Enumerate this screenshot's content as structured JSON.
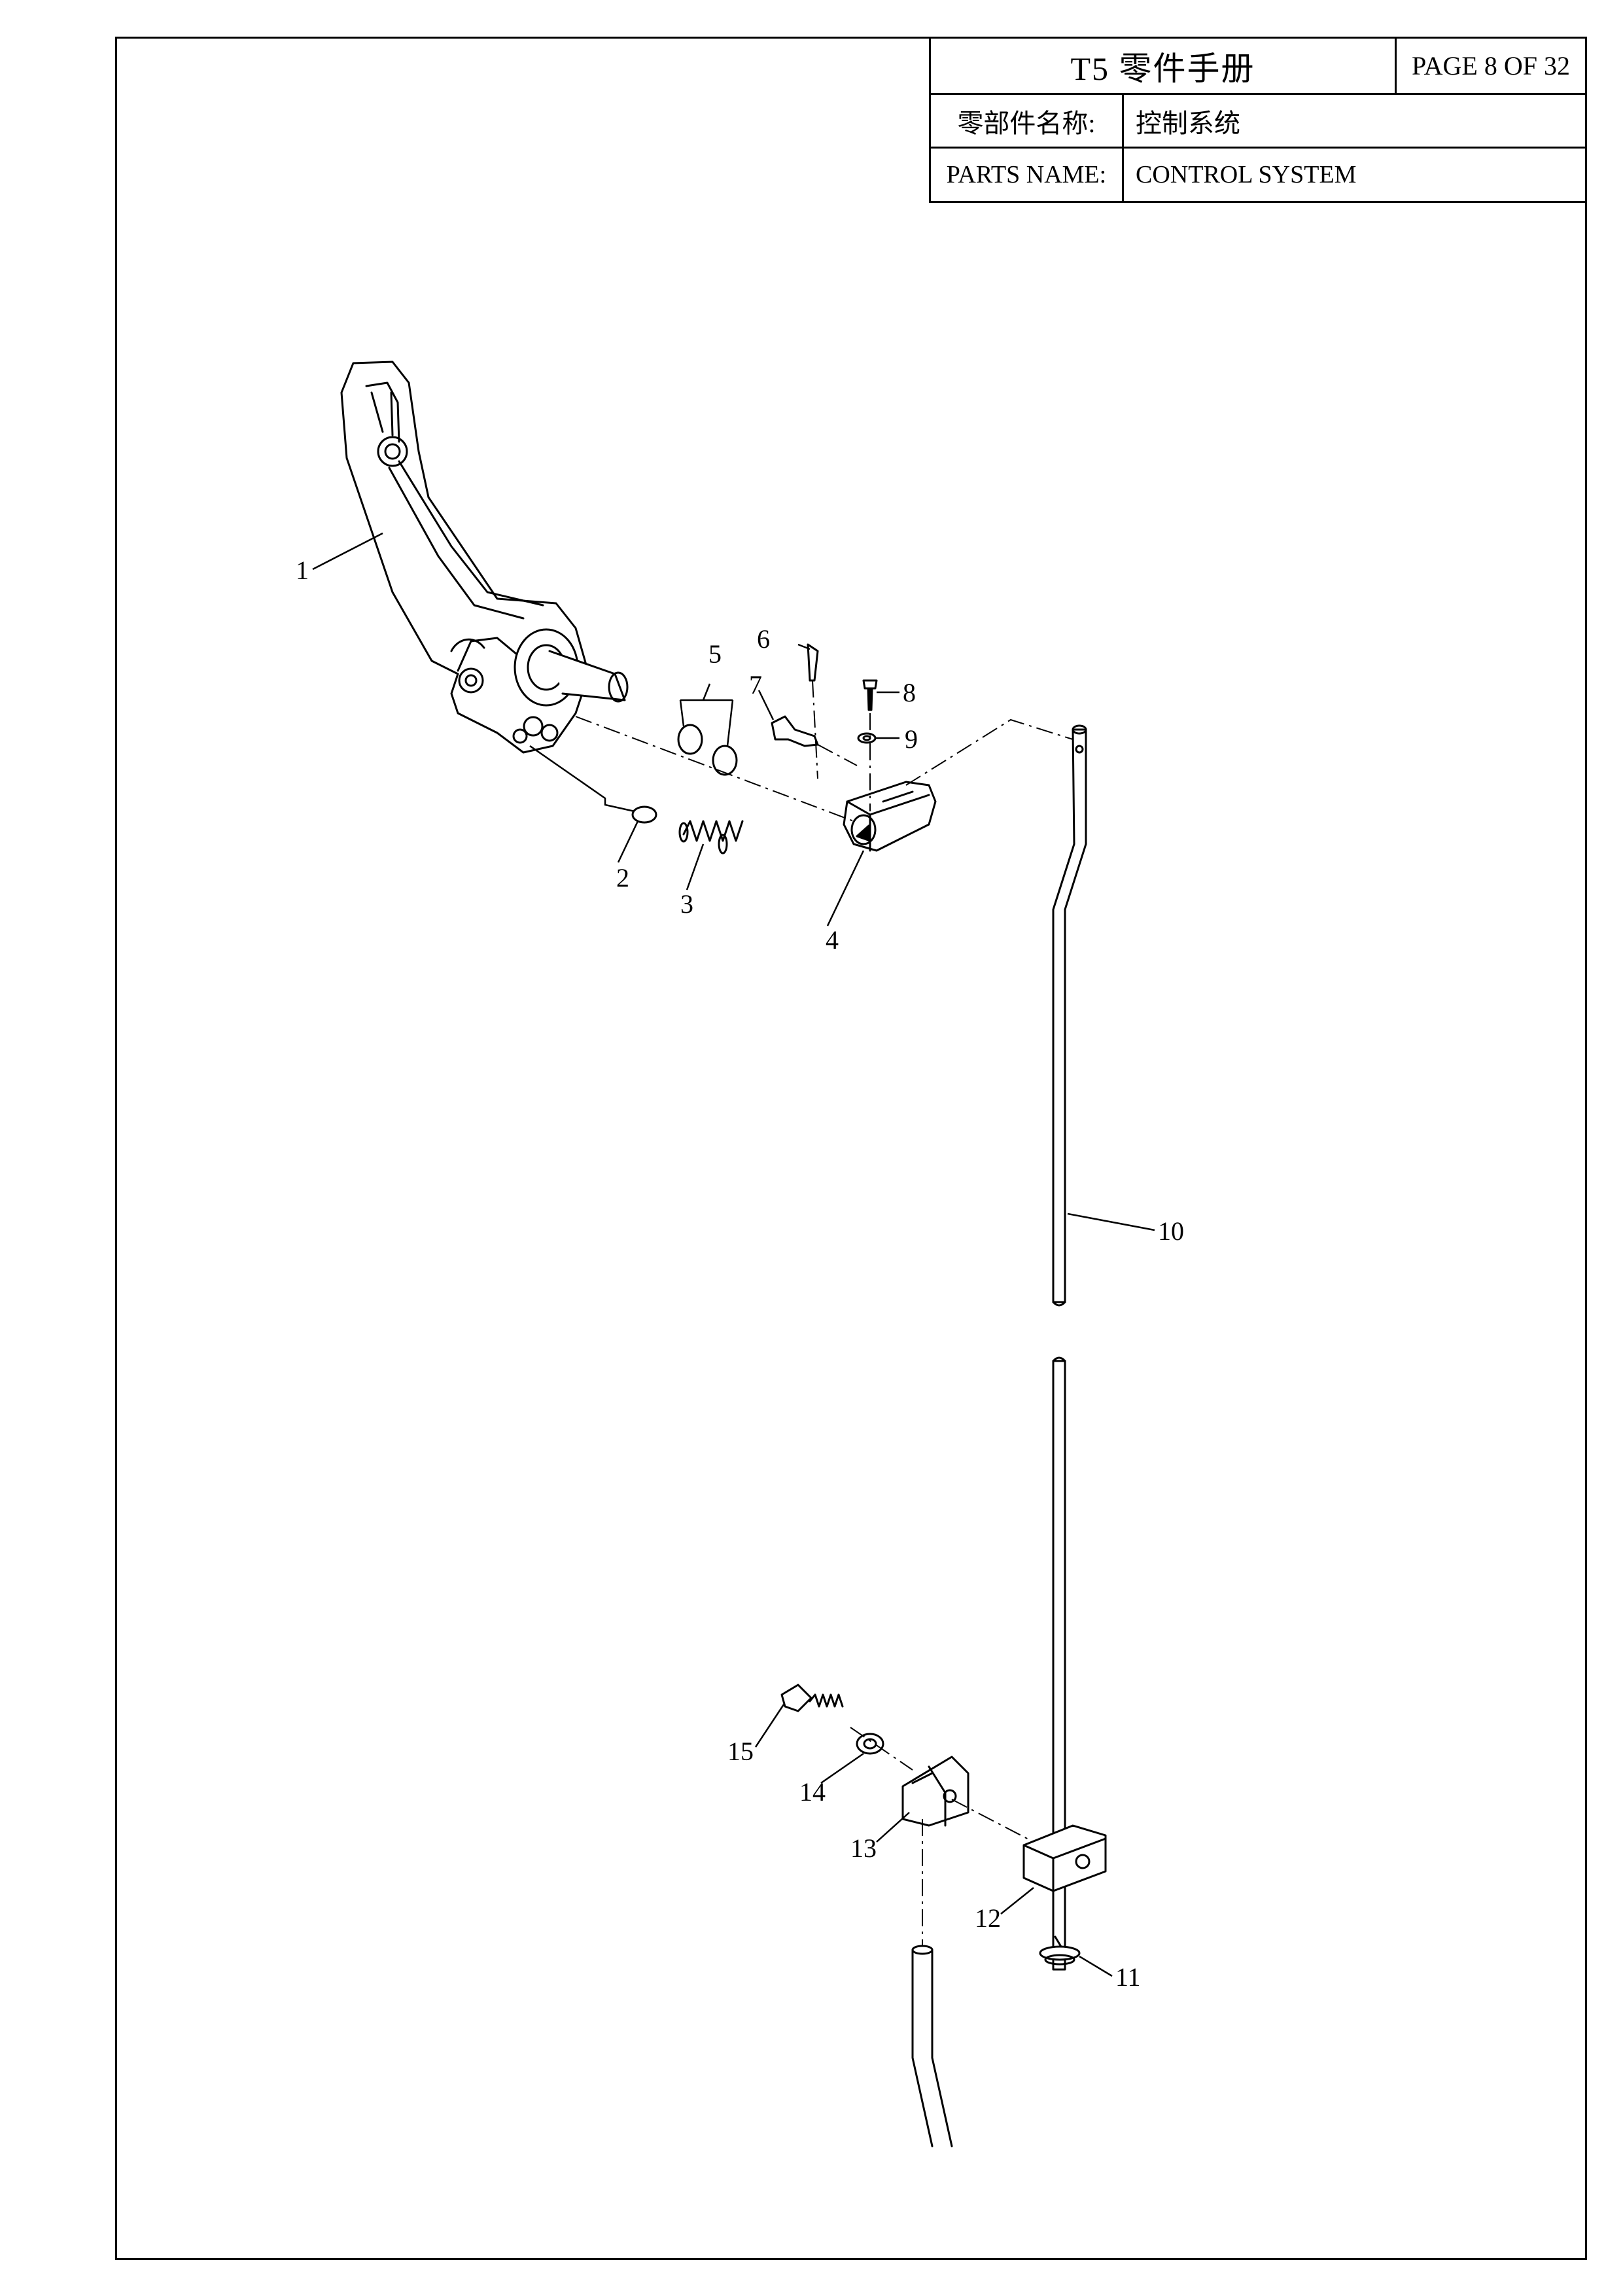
{
  "header": {
    "title": "T5 零件手册",
    "page": "PAGE 8 OF 32",
    "name_label_cn": "零部件名称:",
    "name_value_cn": "控制系统",
    "name_label_en": "PARTS NAME:",
    "name_value_en": "CONTROL SYSTEM"
  },
  "callouts": [
    {
      "id": "callout-1",
      "label": "1"
    },
    {
      "id": "callout-2",
      "label": "2"
    },
    {
      "id": "callout-3",
      "label": "3"
    },
    {
      "id": "callout-4",
      "label": "4"
    },
    {
      "id": "callout-5",
      "label": "5"
    },
    {
      "id": "callout-6",
      "label": "6"
    },
    {
      "id": "callout-7",
      "label": "7"
    },
    {
      "id": "callout-8",
      "label": "8"
    },
    {
      "id": "callout-9",
      "label": "9"
    },
    {
      "id": "callout-10",
      "label": "10"
    },
    {
      "id": "callout-11",
      "label": "11"
    },
    {
      "id": "callout-12",
      "label": "12"
    },
    {
      "id": "callout-13",
      "label": "13"
    },
    {
      "id": "callout-14",
      "label": "14"
    },
    {
      "id": "callout-15",
      "label": "15"
    }
  ]
}
